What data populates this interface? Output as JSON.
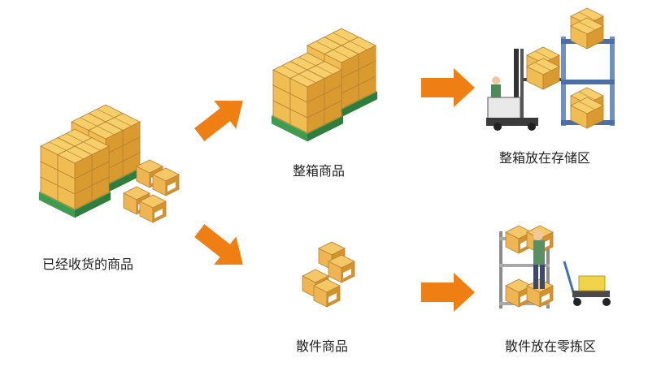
{
  "labels": {
    "received": "已经收货的商品",
    "full_case": "整箱商品",
    "full_case_storage": "整箱放在存储区",
    "loose": "散件商品",
    "loose_picking": "散件放在零拣区"
  },
  "colors": {
    "arrow": "#ef7f12",
    "box_top": "#f6cf6a",
    "box_left": "#f0bd52",
    "box_right": "#d99a30",
    "box_line": "#b98234",
    "pallet": "#3f9b4e",
    "rack": "#6f90c2",
    "rack_dark": "#4b6ea6"
  },
  "icons": [
    "pallet-stack-icon",
    "forklift-icon",
    "storage-rack-icon",
    "loose-cartons-icon",
    "picking-shelf-icon",
    "hand-truck-icon",
    "worker-icon"
  ]
}
